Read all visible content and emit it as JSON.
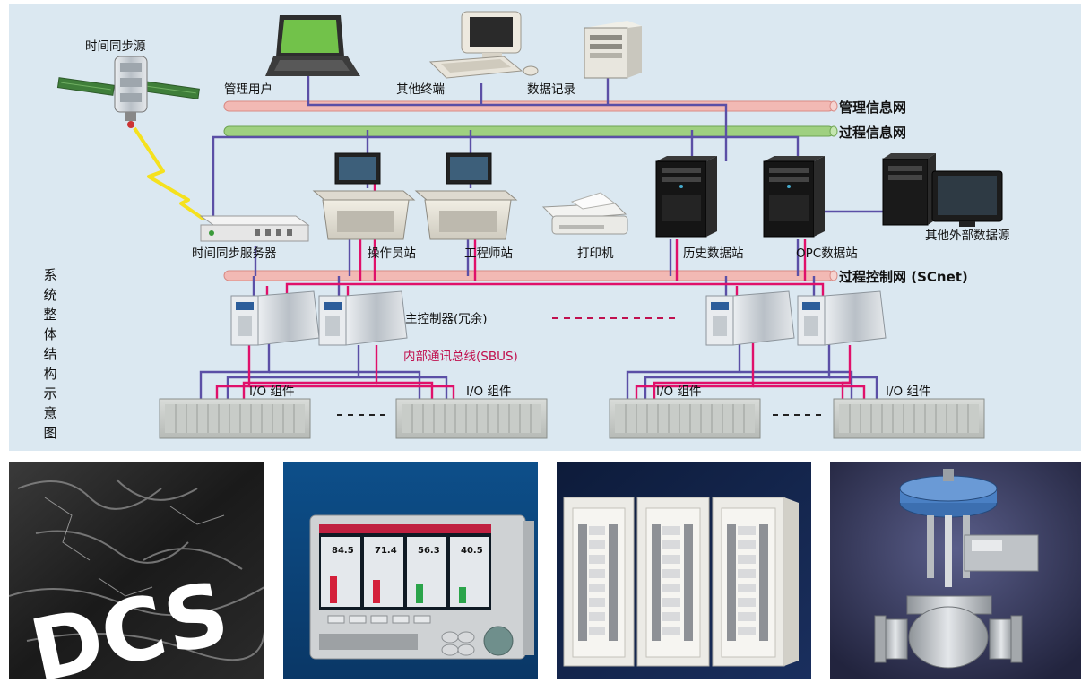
{
  "diagram": {
    "networks": {
      "management": "管理信息网",
      "process_info": "过程信息网",
      "process_control": "过程控制网 (SCnet)"
    },
    "nodes": {
      "time_source": "时间同步源",
      "manage_user": "管理用户",
      "other_terminal": "其他终端",
      "data_record": "数据记录",
      "time_server": "时间同步服务器",
      "operator_station": "操作员站",
      "engineer_station": "工程师站",
      "printer": "打印机",
      "history_station": "历史数据站",
      "opc_station": "OPC数据站",
      "external_source": "其他外部数据源",
      "main_controller": "主控制器(冗余)",
      "sbus": "内部通讯总线(SBUS)",
      "io_1": "I/O 组件",
      "io_2": "I/O 组件",
      "io_3": "I/O 组件",
      "io_4": "I/O 组件"
    },
    "side_title": [
      "系",
      "统",
      "整",
      "体",
      "结",
      "构",
      "示",
      "意",
      "图"
    ]
  },
  "panels": {
    "dcs_logo": "DCS",
    "recorder_values": [
      "84.5",
      "71.4",
      "56.3",
      "40.5"
    ]
  },
  "colors": {
    "background": "#dbe8f1",
    "pink_line": "#e0106a",
    "purple_line": "#5b4fa6",
    "pink_bus": "#f2b9b4",
    "green_bus": "#9fd080"
  }
}
